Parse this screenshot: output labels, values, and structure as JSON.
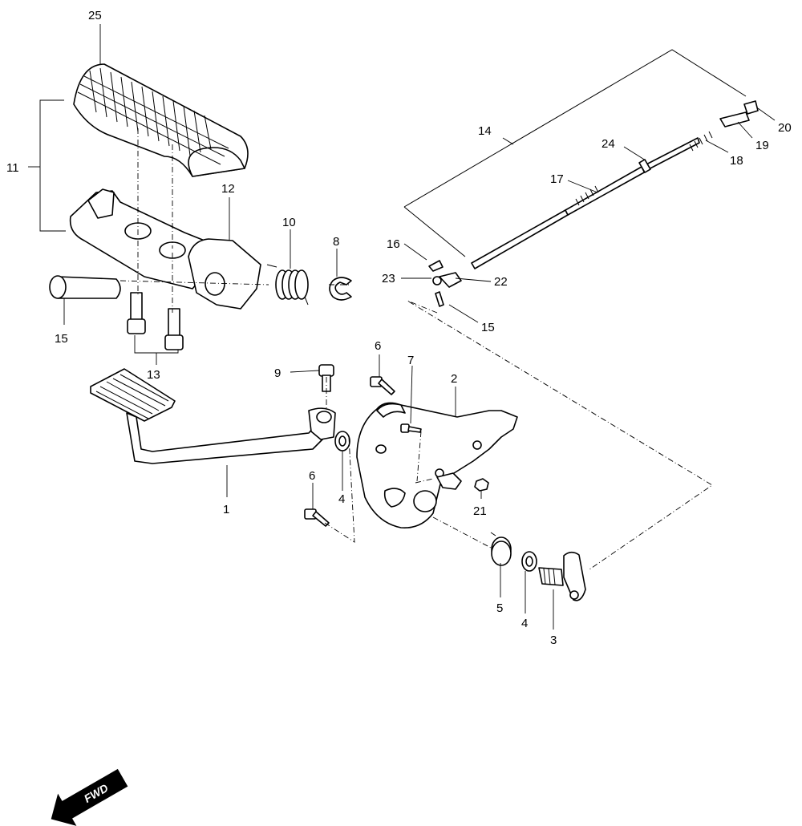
{
  "labels": {
    "p1": "1",
    "p2": "2",
    "p3": "3",
    "p4a": "4",
    "p4b": "4",
    "p5": "5",
    "p6a": "6",
    "p6b": "6",
    "p7": "7",
    "p8": "8",
    "p9": "9",
    "p10": "10",
    "p11": "11",
    "p12": "12",
    "p13": "13",
    "p14": "14",
    "p15a": "15",
    "p15b": "15",
    "p16": "16",
    "p17": "17",
    "p18": "18",
    "p19": "19",
    "p20": "20",
    "p21": "21",
    "p22": "22",
    "p23": "23",
    "p24": "24",
    "p25": "25"
  },
  "fwd": "FWD"
}
